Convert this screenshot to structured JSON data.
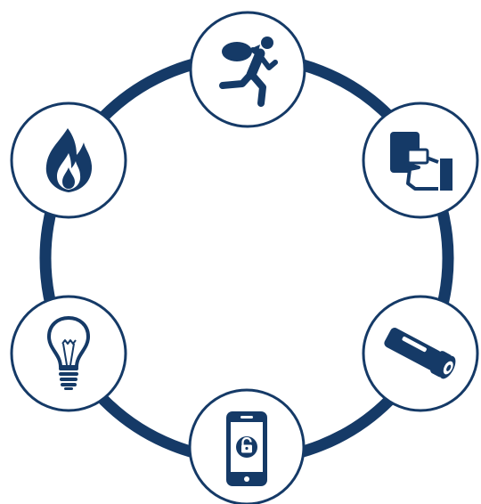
{
  "diagram": {
    "type": "ring-of-icons",
    "colors": {
      "primary": "#153a67",
      "background": "#ffffff"
    },
    "nodes": [
      {
        "icon": "burglar-icon",
        "position": "top"
      },
      {
        "icon": "access-control-icon",
        "position": "upper-right"
      },
      {
        "icon": "security-camera-icon",
        "position": "lower-right"
      },
      {
        "icon": "smartphone-lock-icon",
        "position": "bottom"
      },
      {
        "icon": "light-bulb-icon",
        "position": "lower-left"
      },
      {
        "icon": "fire-icon",
        "position": "upper-left"
      }
    ]
  }
}
